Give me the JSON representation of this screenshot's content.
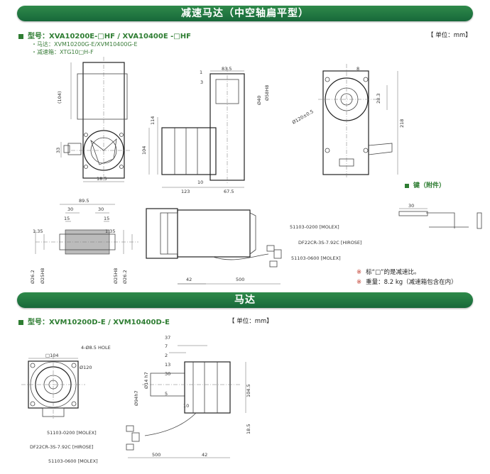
{
  "section1": {
    "title": "减速马达（中空轴扁平型）",
    "model": "型号：XVA10200E-□HF / XVA10400E -□HF",
    "motor": "・马达：XVM10200G-E/XVM10400G-E",
    "gearbox": "・减速箱：XTG10□H-F",
    "unit": "【 单位：mm】",
    "key_label": "键（附件）",
    "notes": [
      "标“□”的是减速比。",
      "重量：8.2 kg（减速箱包含在内）"
    ],
    "note_mark": "※"
  },
  "section2": {
    "title": "马达",
    "model": "型号：XVM10200D-E / XVM10400D-E",
    "unit": "【 单位：mm】"
  },
  "dims1": {
    "d104": "(104)",
    "d33": "33",
    "d185": "18.5",
    "d835": "83.5",
    "d1": "1",
    "d3": "3",
    "d58": "Ø58H8",
    "d40": "Ø40",
    "d114": "114",
    "d104b": "104",
    "d10": "10",
    "d123": "123",
    "d675": "67.5",
    "d8": "8",
    "d283": "28.3",
    "d218": "218",
    "d120": "Ø120±0.5",
    "d895": "89.5",
    "d30": "30",
    "d15": "15",
    "d135": "1.35",
    "d262": "Ø26.2",
    "d25": "Ø25H8",
    "d42": "42",
    "d500": "500",
    "c1": "51103-0200 [MOLEX]",
    "c2": "DF22CR-3S-7.92C [HIROSE]",
    "c3": "51103-0600 [MOLEX]",
    "key30": "30"
  },
  "dims2": {
    "d104": "□104",
    "hole": "4-Ø8.5 HOLE",
    "d120": "Ø120",
    "d37": "37",
    "d7": "7",
    "d2": "2",
    "d13": "13",
    "d30": "30",
    "d94": "Ø94h7",
    "d14": "Ø14 h7",
    "d5": "5",
    "d1045": "104.5",
    "d10": "10",
    "d185": "18.5",
    "d500": "500",
    "d42": "42",
    "c1": "51103-0200 [MOLEX]",
    "c2": "DF22CR-3S-7.92C [HIROSE]",
    "c3": "51103-0600 [MOLEX]"
  },
  "colors": {
    "banner": "#1f7a3f",
    "accent_text": "#2e7d32",
    "note_mark": "#c0392b"
  }
}
